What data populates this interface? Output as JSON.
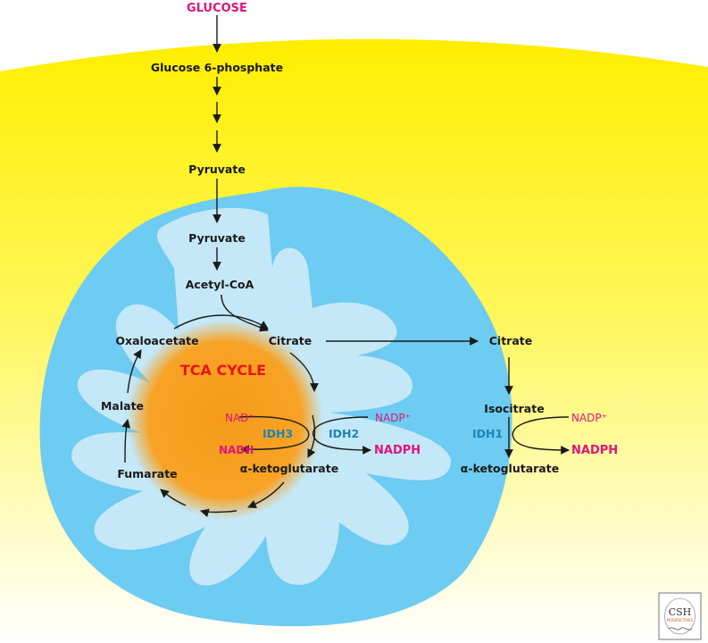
{
  "labels": {
    "glucose": "GLUCOSE",
    "glucose6p": "Glucose 6-phosphate",
    "pyruvate_cyto": "Pyruvate",
    "pyruvate_mito": "Pyruvate",
    "acetyl_coa": "Acetyl-CoA",
    "citrate_mito": "Citrate",
    "oxaloacetate": "Oxaloacetate",
    "malate": "Malate",
    "fumarate": "Fumarate",
    "aketo_mito": "α-ketoglutarate",
    "tca_cycle": "TCA CYCLE",
    "nad": "NAD⁺",
    "nadh": "NADH",
    "idh3": "IDH3",
    "idh2": "IDH2",
    "nadp_mito": "NADP⁺",
    "nadph_mito": "NADPH",
    "citrate_cyto": "Citrate",
    "isocitrate": "Isocitrate",
    "idh1": "IDH1",
    "nadp_cyto": "NADP⁺",
    "nadph_cyto": "NADPH",
    "aketo_cyto": "α-ketoglutarate"
  },
  "logo": {
    "initials": "CSH",
    "subtitle": "PERSPECTIVES"
  },
  "colors": {
    "cytoplasm_top": "#ffee00",
    "cytoplasm_bottom": "#ffffff",
    "mito_outer": "#6ecbf2",
    "mito_inner": "#c4e8f8",
    "tca_core": "#f59a1a",
    "metabolite_pink": "#e0157a",
    "enzyme_blue": "#1c84b5",
    "tca_red": "#e8141c"
  }
}
